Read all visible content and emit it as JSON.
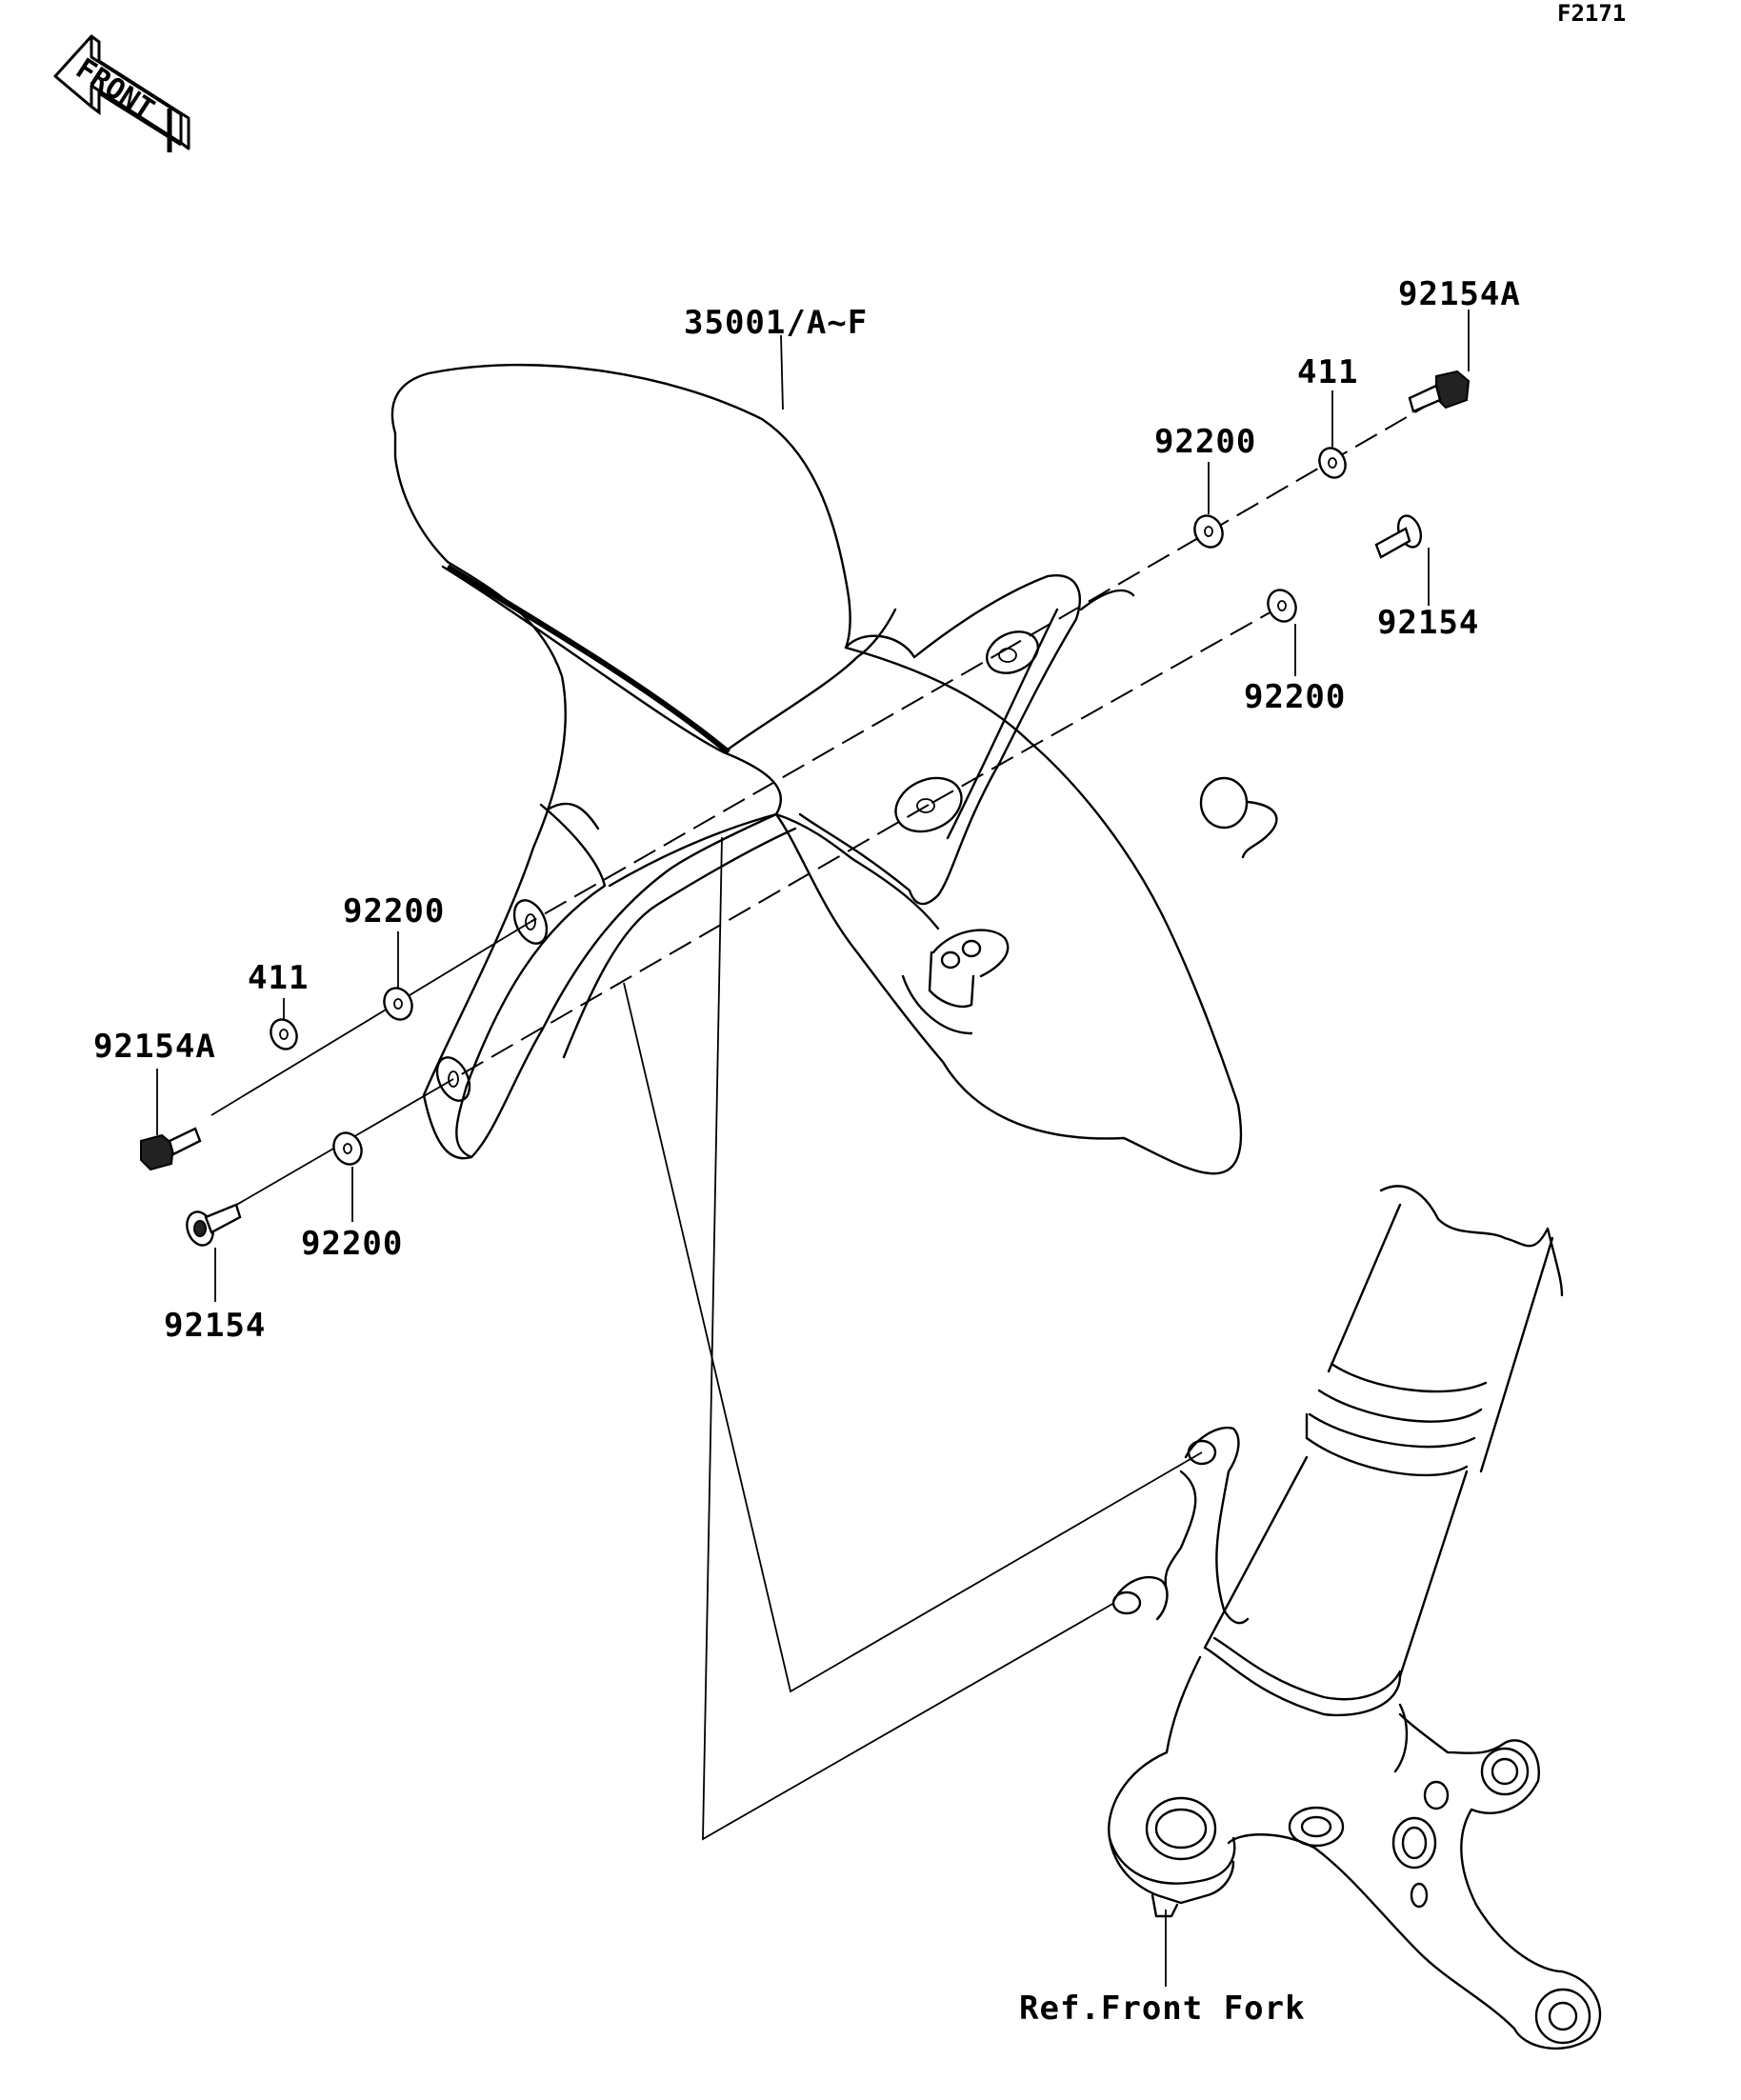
{
  "diagram_code": "F2171",
  "front_arrow": {
    "text": "FRONT",
    "icon": "front-direction-arrow-icon"
  },
  "labels": {
    "fender": "35001/A~F",
    "bolt_a_top": "92154A",
    "collar_411_top": "411",
    "washer_92200_top": "92200",
    "bolt_92154_right": "92154",
    "washer_92200_right": "92200",
    "washer_92200_left": "92200",
    "collar_411_left": "411",
    "bolt_a_left": "92154A",
    "washer_92200_bottom": "92200",
    "bolt_92154_bottom": "92154",
    "ref_fork": "Ref.Front Fork"
  }
}
